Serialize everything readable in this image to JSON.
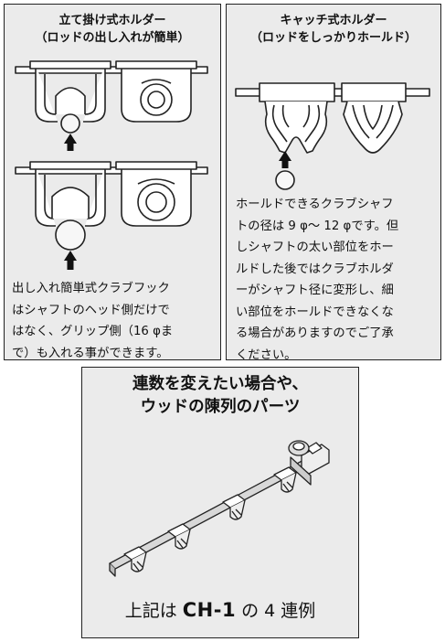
{
  "panels": {
    "standing": {
      "title_line1": "立て掛け式ホルダー",
      "title_line2": "（ロッドの出し入れが簡単）",
      "body_lines": [
        "出し入れ簡単式クラブフック",
        "はシャフトのヘッド側だけで",
        "はなく、グリップ側（16 φま",
        "で）も入れる事ができます。"
      ]
    },
    "catch": {
      "title_line1": "キャッチ式ホルダー",
      "title_line2": "（ロッドをしっかりホールド）",
      "body_lines": [
        "ホールドできるクラブシャフ",
        "トの径は 9 φ～ 12 φです。但",
        "しシャフトの太い部位をホー",
        "ルドした後ではクラブホルダ",
        "ーがシャフト径に変形し、細",
        "い部位をホールドできなくな",
        "る場合がありますのでご了承",
        "ください。"
      ]
    },
    "series": {
      "title_line1": "連数を変えたい場合や、",
      "title_line2": "ウッドの陳列のパーツ",
      "caption_prefix": "上記は ",
      "caption_model": "CH-1",
      "caption_suffix": " の 4 連例"
    }
  },
  "colors": {
    "panel_bg": "#ebebeb",
    "border": "#222222",
    "ball_fill": "#f7f7f7",
    "part_fill": "#ffffff",
    "rail_fill": "#d8d8d8"
  }
}
